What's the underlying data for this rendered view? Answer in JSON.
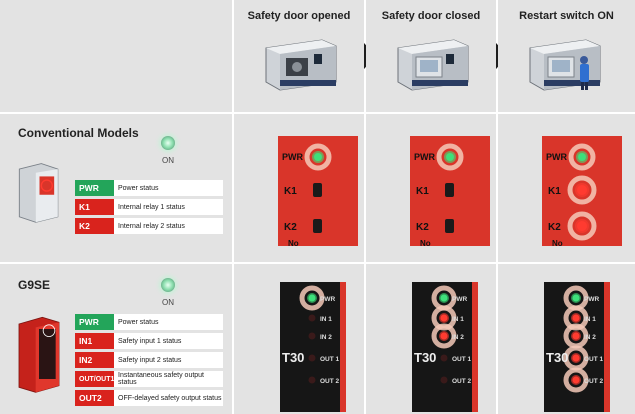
{
  "header": {
    "columns": [
      {
        "title": "Safety door opened"
      },
      {
        "title": "Safety door closed"
      },
      {
        "title": "Restart switch ON"
      }
    ]
  },
  "conventional": {
    "title": "Conventional Models",
    "on_label": "ON",
    "legend": [
      {
        "tag": "PWR",
        "color": "green",
        "desc": "Power status"
      },
      {
        "tag": "K1",
        "color": "red",
        "desc": "Internal relay 1 status"
      },
      {
        "tag": "K2",
        "color": "red",
        "desc": "Internal relay 2 status"
      }
    ],
    "panel_labels": {
      "pwr": "PWR",
      "k1": "K1",
      "k2": "K2",
      "no": "No"
    },
    "states": [
      {
        "pwr": true,
        "k1": false,
        "k2": false
      },
      {
        "pwr": true,
        "k1": false,
        "k2": false
      },
      {
        "pwr": true,
        "k1": true,
        "k2": true
      }
    ]
  },
  "g9se": {
    "title": "G9SE",
    "on_label": "ON",
    "legend": [
      {
        "tag": "PWR",
        "color": "green",
        "desc": "Power status"
      },
      {
        "tag": "IN1",
        "color": "red",
        "desc": "Safety input 1 status"
      },
      {
        "tag": "IN2",
        "color": "red",
        "desc": "Safety input 2 status"
      },
      {
        "tag": "OUT/OUT1",
        "color": "red",
        "desc": "Instantaneous safety output status"
      },
      {
        "tag": "OUT2",
        "color": "red",
        "desc": "OFF-delayed safety output  status"
      }
    ],
    "panel_labels": {
      "pwr": "PWR",
      "in1": "IN 1",
      "in2": "IN 2",
      "out1": "OUT 1",
      "out2": "OUT 2",
      "model": "T30"
    },
    "states": [
      {
        "pwr": true,
        "in1": false,
        "in2": false,
        "out1": false,
        "out2": false
      },
      {
        "pwr": true,
        "in1": true,
        "in2": true,
        "out1": false,
        "out2": false
      },
      {
        "pwr": true,
        "in1": true,
        "in2": true,
        "out1": true,
        "out2": true
      }
    ]
  },
  "colors": {
    "cell_bg": "#e3e3e3",
    "relay_red": "#d9352a",
    "led_green": "#3ee07a",
    "led_red": "#ff3b30",
    "tag_green": "#23a55a",
    "tag_red": "#d9231d"
  }
}
